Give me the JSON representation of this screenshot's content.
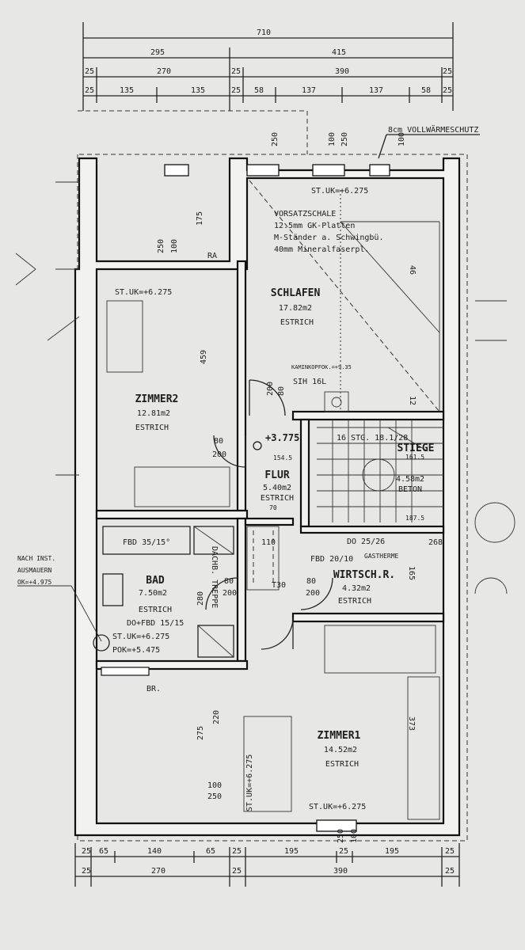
{
  "dimensions": {
    "top_row1": [
      "710"
    ],
    "top_row2": [
      "295",
      "415"
    ],
    "top_row3": [
      "25",
      "270",
      "25",
      "390",
      "25"
    ],
    "top_row4": [
      "25",
      "135",
      "135",
      "25",
      "58",
      "137",
      "137",
      "58",
      "25"
    ],
    "bottom_row1": [
      "25",
      "65",
      "140",
      "65",
      "25",
      "195",
      "25",
      "195",
      "25"
    ],
    "bottom_row2": [
      "25",
      "270",
      "25",
      "390",
      "25"
    ]
  },
  "rooms": {
    "schlafen": {
      "name": "SCHLAFEN",
      "area": "17.82m2",
      "floor": "ESTRICH"
    },
    "zimmer2": {
      "name": "ZIMMER2",
      "area": "12.81m2",
      "floor": "ESTRICH"
    },
    "zimmer1": {
      "name": "ZIMMER1",
      "area": "14.52m2",
      "floor": "ESTRICH"
    },
    "bad": {
      "name": "BAD",
      "area": "7.50m2",
      "floor": "ESTRICH"
    },
    "flur": {
      "name": "FLUR",
      "area": "5.40m2",
      "floor": "ESTRICH"
    },
    "wirtsch": {
      "name": "WIRTSCH.R.",
      "area": "4.32m2",
      "floor": "ESTRICH"
    },
    "stiege": {
      "name": "STIEGE",
      "area": "4.58m2",
      "floor": "BETON"
    }
  },
  "annotations": {
    "insulation": "8cm VOLLWÄRMESCHUTZ",
    "vorsatz1": "VORSATZSCHALE",
    "vorsatz2": "12.5mm GK-Platten",
    "vorsatz3": "M-Ständer a. Schwingbü.",
    "vorsatz4": "40mm Mineralfaserpl.",
    "st_uk_top": "ST.UK=+6.275",
    "st_uk_zimmer2": "ST.UK=+6.275",
    "st_uk_bad": "ST.UK=+6.275",
    "pok": "POK=+5.475",
    "st_uk_zimmer1": "ST.UK=+6.275",
    "st_uk_vertical": "ST.UK=+6.275",
    "kamin": "KAMINKOPFOK.=+9.35",
    "sih": "SIH 16L",
    "level": "+3.775",
    "fbd_bad": "FBD 35/15°",
    "do_fbd": "DO+FBD 15/15",
    "do_wirtsch": "DO 25/26",
    "fbd_wirtsch": "FBD 20/10",
    "therme": "GASTHERME",
    "nach1": "NACH INST.",
    "nach2": "AUSMAUERN",
    "nach3": "OK=+4.975",
    "dach": "DACHB. TREPPE",
    "t30": "T30",
    "br": "BR.",
    "stairs": "16 STG. 18.1/28",
    "d154": "154.5",
    "d161": "161.5",
    "d187": "187.5",
    "d268": "268",
    "ra": "RA"
  },
  "labels": {
    "d175": "175",
    "d459": "459",
    "d280": "280",
    "d275": "275",
    "d220": "220",
    "d250a": "250",
    "d100a": "100",
    "d250b": "250",
    "d100b": "100",
    "d250c": "250",
    "d100c": "100",
    "d373": "373",
    "d165": "165",
    "d46": "46",
    "d12": "12",
    "d80a": "80",
    "d200a": "200",
    "d80b": "80",
    "d200b": "200",
    "d80c": "80",
    "d200c": "200",
    "d80d": "80",
    "d200d": "200",
    "d110": "110",
    "d70": "70",
    "d100d": "100",
    "d250d": "250",
    "d250e": "250",
    "d100e": "100"
  }
}
